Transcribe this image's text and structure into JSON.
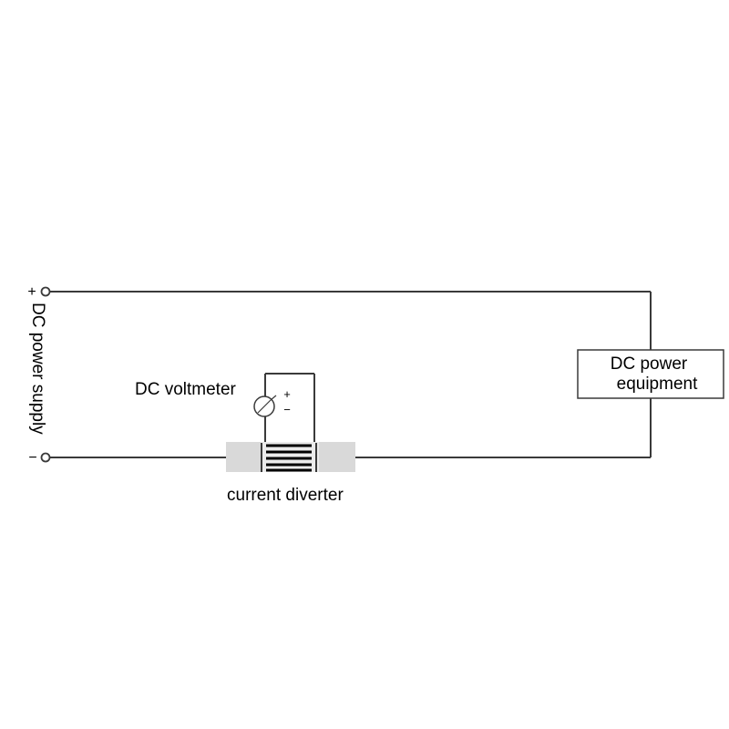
{
  "supply": {
    "label": "DC power supply",
    "positive_symbol": "+",
    "negative_symbol": "−"
  },
  "equipment": {
    "line1": "DC power",
    "line2": "equipment"
  },
  "voltmeter": {
    "label": "DC voltmeter",
    "plus": "+",
    "minus": "−"
  },
  "diverter": {
    "label": "current diverter"
  },
  "colors": {
    "wire": "#3a3a3a",
    "diverter_body": "#d9d9d9",
    "diverter_stripes": "#000000"
  }
}
